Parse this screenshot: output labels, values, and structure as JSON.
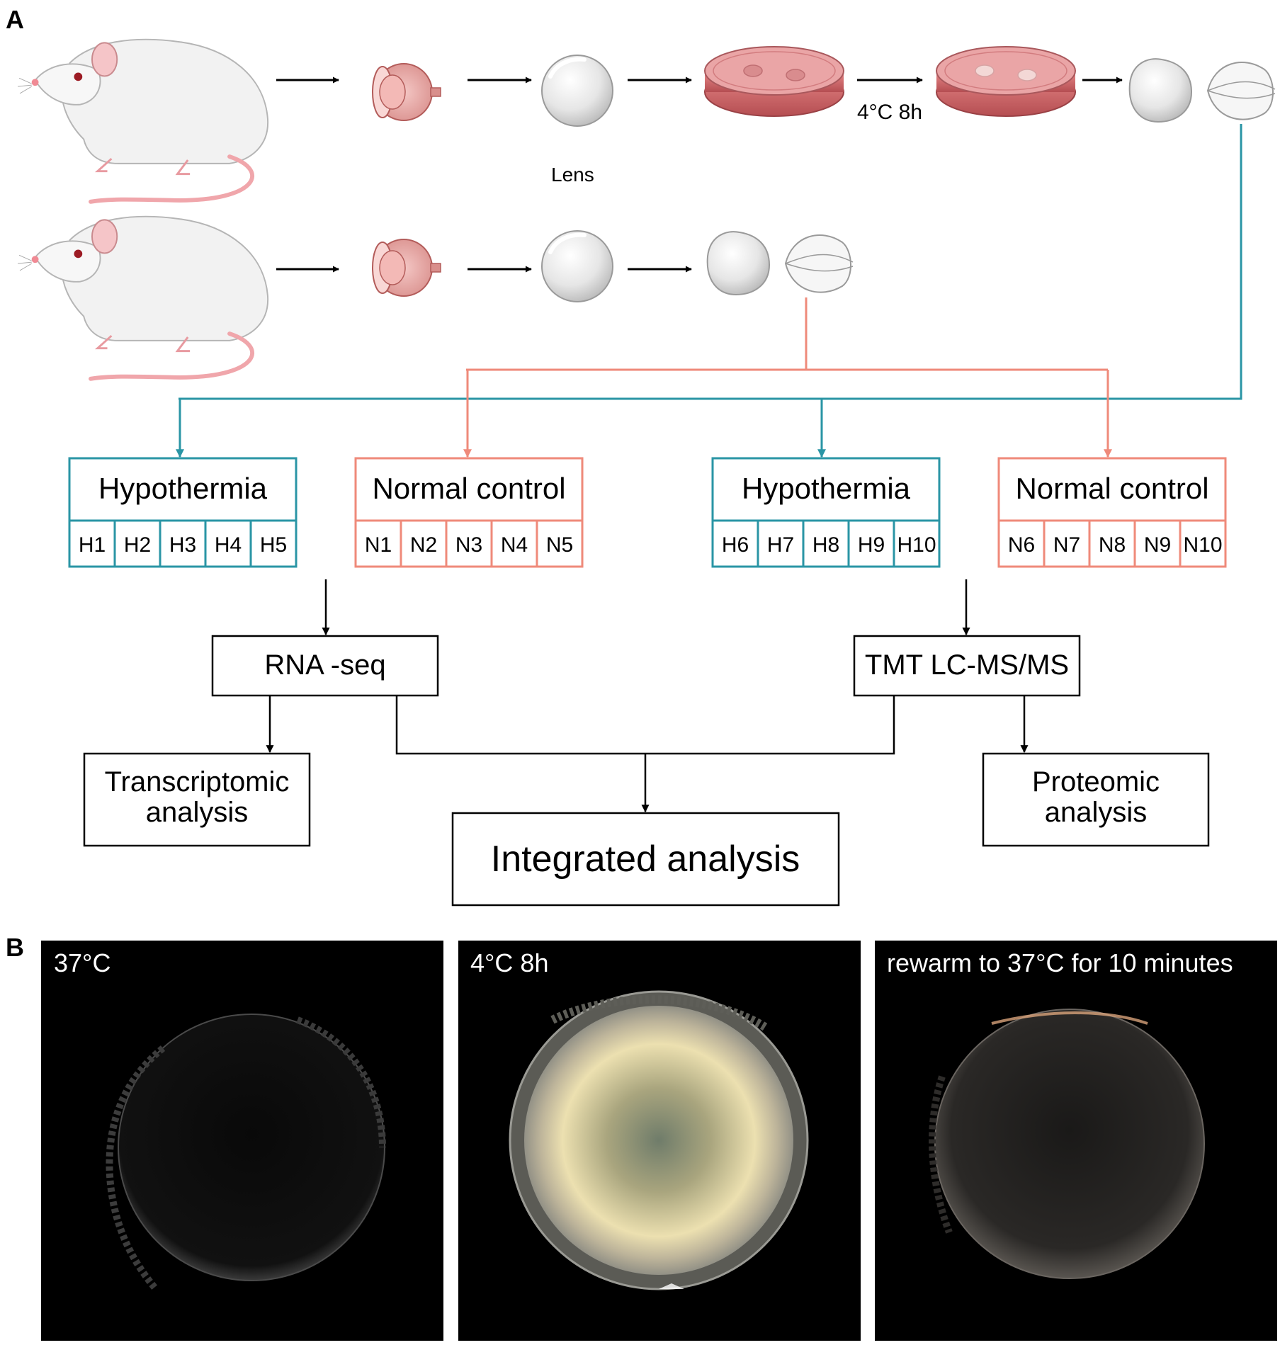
{
  "panels": {
    "a_label": "A",
    "b_label": "B"
  },
  "panel_a": {
    "cold_condition_label": "4°C 8h",
    "lens_label": "Lens",
    "groups": [
      {
        "title": "Hypothermia",
        "samples": [
          "H1",
          "H2",
          "H3",
          "H4",
          "H5"
        ],
        "color": "#2a95a5"
      },
      {
        "title": "Normal control",
        "samples": [
          "N1",
          "N2",
          "N3",
          "N4",
          "N5"
        ],
        "color": "#ef8a7a"
      },
      {
        "title": "Hypothermia",
        "samples": [
          "H6",
          "H7",
          "H8",
          "H9",
          "H10"
        ],
        "color": "#2a95a5"
      },
      {
        "title": "Normal control",
        "samples": [
          "N6",
          "N7",
          "N8",
          "N9",
          "N10"
        ],
        "color": "#ef8a7a"
      }
    ],
    "rna_seq_label": "RNA -seq",
    "tmt_label": "TMT LC-MS/MS",
    "transcriptomic_label": [
      "Transcriptomic",
      "analysis"
    ],
    "proteomic_label": [
      "Proteomic",
      "analysis"
    ],
    "integrated_label": "Integrated analysis",
    "line_colors": {
      "hypothermia": "#2a95a5",
      "control": "#ef8a7a",
      "flow": "#000000"
    },
    "icons": [
      "rat-icon",
      "eye-icon",
      "lens-icon",
      "petri-dish-icon",
      "lens-capsule-icon"
    ]
  },
  "panel_b": {
    "photos": [
      {
        "label": "37°C",
        "state": "clear"
      },
      {
        "label": "4°C 8h",
        "state": "opaque"
      },
      {
        "label": "rewarm to 37°C for 10 minutes",
        "state": "cleared"
      }
    ]
  }
}
